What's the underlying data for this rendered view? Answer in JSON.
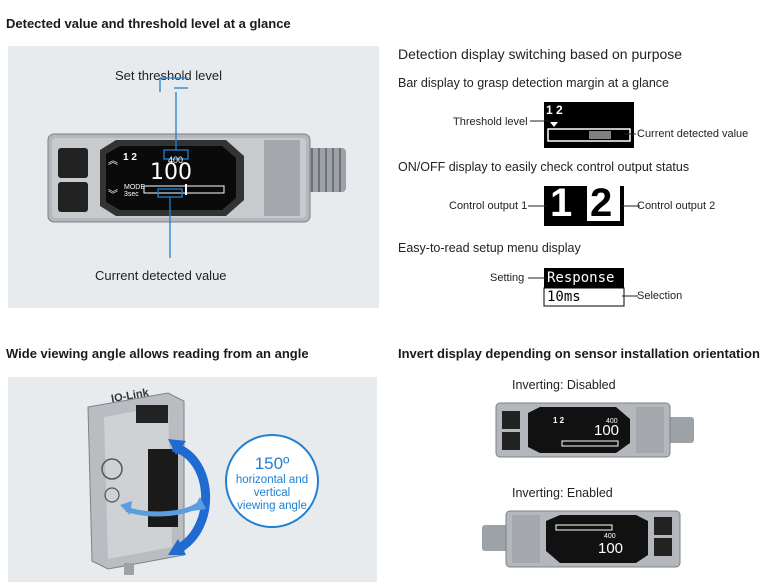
{
  "sections": {
    "detect": {
      "heading": "Detected value and threshold level at a glance",
      "set_threshold": "Set threshold level",
      "current_value": "Current detected value",
      "lcd": {
        "top": "1 2",
        "small": "400",
        "big": "100",
        "mode": "MODE",
        "mode2": "3sec"
      }
    },
    "switching": {
      "heading": "Detection display switching based on purpose",
      "bar": {
        "title": "Bar display to grasp detection margin at a glance",
        "threshold_label": "Threshold level",
        "current_label": "Current detected value",
        "digits": "1 2"
      },
      "onoff": {
        "title": "ON/OFF display to easily check control output status",
        "out1_label": "Control output 1",
        "out2_label": "Control output 2",
        "out1": "1",
        "out2": "2"
      },
      "menu": {
        "title": "Easy-to-read setup menu display",
        "setting_label": "Setting",
        "selection_label": "Selection",
        "setting_value": "Response",
        "selection_value": "10ms"
      }
    },
    "angle": {
      "heading": "Wide viewing angle allows reading from an angle",
      "degrees": "150º",
      "line1": "horizontal and",
      "line2": "vertical",
      "line3": "viewing angle",
      "brand": "IO-Link"
    },
    "invert": {
      "heading": "Invert display depending on sensor installation orientation",
      "disabled_label": "Inverting: Disabled",
      "enabled_label": "Inverting: Enabled",
      "lcd_top": "1 2",
      "lcd_small": "400",
      "lcd_big": "100"
    }
  },
  "colors": {
    "accent": "#1f7fd1",
    "panel": "#e8ebee"
  }
}
